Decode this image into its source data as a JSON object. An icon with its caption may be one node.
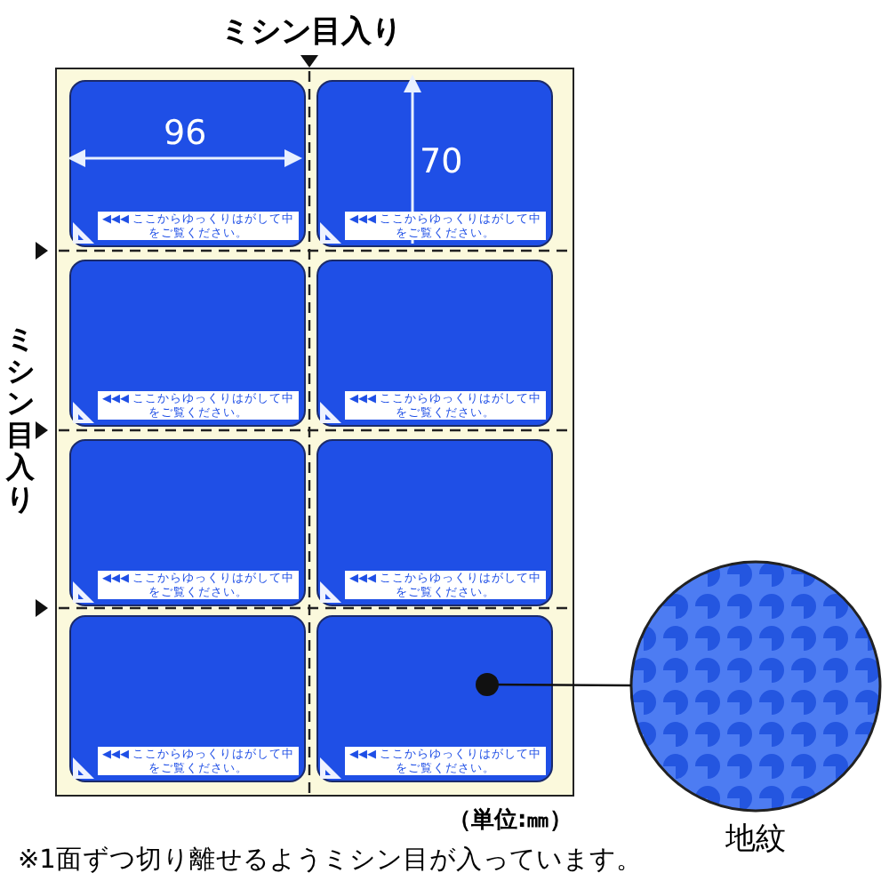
{
  "diagram": {
    "nodes": [
      {
        "text": [],
        "shape": "box"
      },
      {
        "text": [
          "◀◀◀ ここからゆっくりはがして中をご覧ください。"
        ],
        "in": 0
      },
      {
        "text": [
          "◀◀◀ ここからゆっくりはがして中をご覧ください。"
        ],
        "in": 0
      },
      {
        "text": [
          "◀◀◀ ここからゆっくりはがして中をご覧ください。"
        ],
        "in": 0
      },
      {
        "text": [
          "◀◀◀ ここからゆっくりはがして中をご覧ください。"
        ],
        "in": 0
      },
      {
        "text": [
          "◀◀◀ ここからゆっくりはがして中をご覧ください。"
        ],
        "in": 0
      },
      {
        "text": [
          "◀◀◀ ここからゆっくりはがして中をご覧ください。"
        ],
        "in": 0
      },
      {
        "text": [
          "◀◀◀ ここからゆっくりはがして中をご覧ください。"
        ],
        "in": 0
      },
      {
        "text": [
          "◀◀◀ ここからゆっくりはがして中をご覧ください。"
        ],
        "in": 0
      },
      {
        "text": [
          "地紋"
        ]
      }
    ],
    "edges": [
      {
        "from": 9,
        "to": 8,
        "arrow": "other"
      }
    ],
    "labels": [
      "ミシン目入り",
      "96",
      "70",
      "ミシン目入り",
      "（単位:㎜）",
      "※1面ずつ切り離せるようミシン目が入っています。"
    ]
  }
}
